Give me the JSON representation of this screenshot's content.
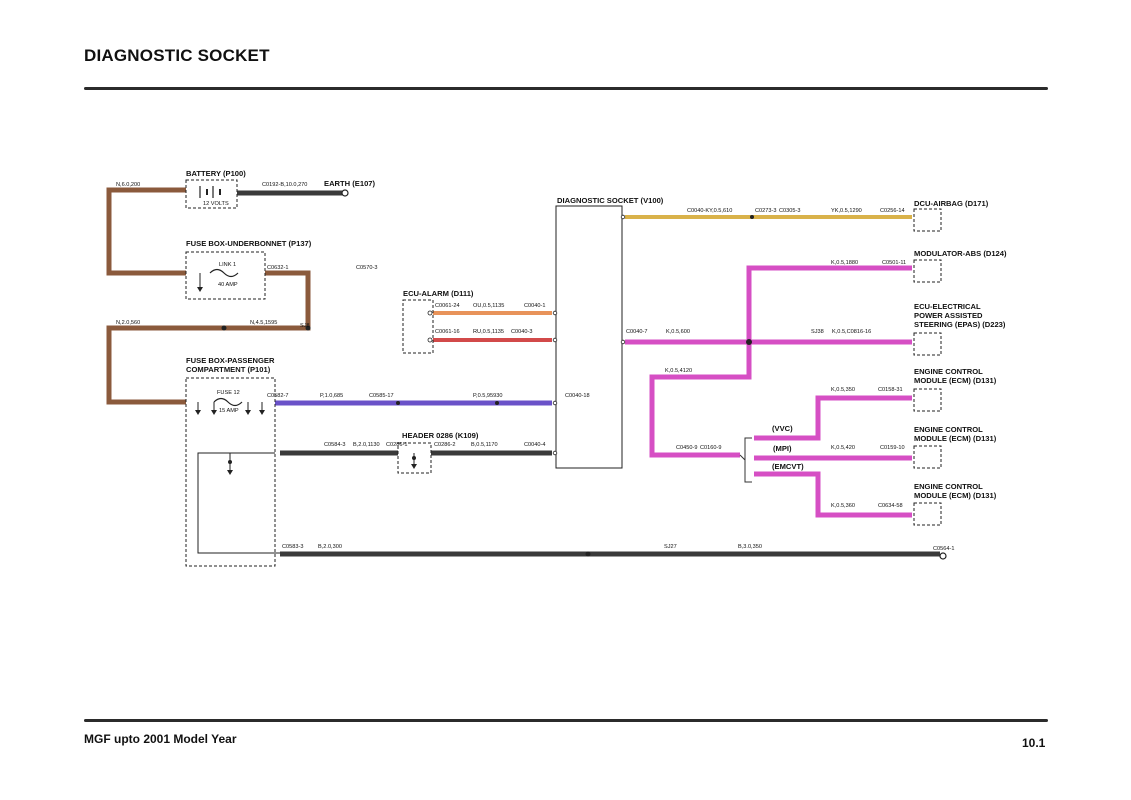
{
  "page": {
    "title": "DIAGNOSTIC SOCKET",
    "footer_left": "MGF upto 2001 Model Year",
    "footer_right": "10.1"
  },
  "components": {
    "battery": "BATTERY (P100)",
    "battery_volts": "12 VOLTS",
    "earth": "EARTH (E107)",
    "fusebox_under": "FUSE BOX-UNDERBONNET (P137)",
    "link1": "LINK 1",
    "link1_amp": "40 AMP",
    "fusebox_pass_1": "FUSE BOX-PASSENGER",
    "fusebox_pass_2": "COMPARTMENT (P101)",
    "fuse12": "FUSE 12",
    "fuse12_amp": "15 AMP",
    "ecu_alarm": "ECU-ALARM (D111)",
    "header": "HEADER 0286 (K109)",
    "diag_socket": "DIAGNOSTIC SOCKET (V100)",
    "dcu_airbag": "DCU-AIRBAG (D171)",
    "mod_abs": "MODULATOR-ABS (D124)",
    "epas_1": "ECU-ELECTRICAL",
    "epas_2": "POWER ASSISTED",
    "epas_3": "STEERING (EPAS) (D223)",
    "ecm1_1": "ENGINE CONTROL",
    "ecm1_2": "MODULE (ECM) (D131)",
    "ecm2_1": "ENGINE CONTROL",
    "ecm2_2": "MODULE (ECM) (D131)",
    "ecm3_1": "ENGINE CONTROL",
    "ecm3_2": "MODULE (ECM) (D131)",
    "vvc": "(VVC)",
    "mpi": "(MPI)",
    "emcvt": "(EMCVT)"
  },
  "labels": {
    "w_n6200": "N,6.0,200",
    "c0192": "C0192-B,10.0,270",
    "w_n2560": "N,2.0,560",
    "c0632": "C0632-1",
    "c0570": "C0570-3",
    "w_n45": "N,4.5,1595",
    "s_j8": "SJ8",
    "c0582": "C0582-7",
    "w_p1": "P,1.0,685",
    "c0585": "C0585-17",
    "w_p05": "P,0.5,95930",
    "c0040_18": "C0040-18",
    "c0061_24": "C0061-24",
    "w_ou": "OU,0.5,1135",
    "c0040_1": "C0040-1",
    "c0061_16": "C0061-16",
    "w_ru": "RU,0.5,1135",
    "c0040_3": "C0040-3",
    "c0584": "C0584-3",
    "w_b2": "B,2.0,1130",
    "c0286_1": "C0286-1",
    "c0286_2": "C0286-2",
    "w_b05": "B,0.5,1170",
    "c0040_4": "C0040-4",
    "c0583": "C0583-3",
    "w_b2300": "B,2.0,300",
    "sj27": "SJ27",
    "w_b3": "B,3.0,350",
    "c0564": "C0564-1",
    "c0040_ky": "C0040-KY,0.5,610",
    "c0273": "C0273-3",
    "c0305": "C0305-3",
    "w_yk": "YK,0.5,1290",
    "c0256": "C0256-14",
    "w_k1880": "K,0.5,1880",
    "c0501": "C0501-11",
    "c0040_7": "C0040-7",
    "w_k600": "K,0.5,600",
    "sj38": "SJ38",
    "w_k_c0816": "K,0.5,C0816-16",
    "w_k4120": "K,0.5,4120",
    "w_k350": "K,0.5,350",
    "c0158": "C0158-31",
    "c0450": "C0450-9",
    "c0160": "C0160-9",
    "w_k420": "K,0.5,420",
    "c0159": "C0159-10",
    "w_k360": "K,0.5,360",
    "c0634": "C0634-58"
  },
  "colors": {
    "wire_brown": "#8b5a3c",
    "wire_black": "#3a3a3a",
    "wire_purple": "#6a52c8",
    "wire_orange": "#e8935a",
    "wire_red": "#d24a4a",
    "wire_yellow": "#d9b24a",
    "wire_pink": "#d64fc4"
  }
}
